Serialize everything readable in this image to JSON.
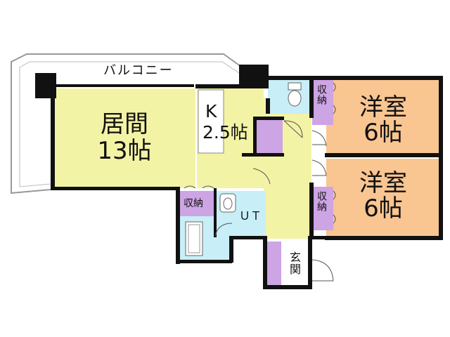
{
  "colors": {
    "living": "#f3f3a6",
    "western": "#f9c591",
    "storage": "#cda4e4",
    "water": "#c8eef7",
    "wall": "#111111"
  },
  "labels": {
    "balcony": "バルコニー",
    "living_name": "居間",
    "living_size": "13帖",
    "kitchen_k": "K",
    "kitchen_size": "2.5帖",
    "room1_name": "洋室",
    "room1_size": "6帖",
    "room2_name": "洋室",
    "room2_size": "6帖",
    "storage_top": "収納",
    "storage_mid": "収納",
    "storage_bath": "収納",
    "ut": "ＵＴ",
    "entrance": "玄関"
  },
  "icons": [
    "toilet-icon",
    "washbasin-icon",
    "bathtub-icon",
    "door-swing-icon"
  ]
}
